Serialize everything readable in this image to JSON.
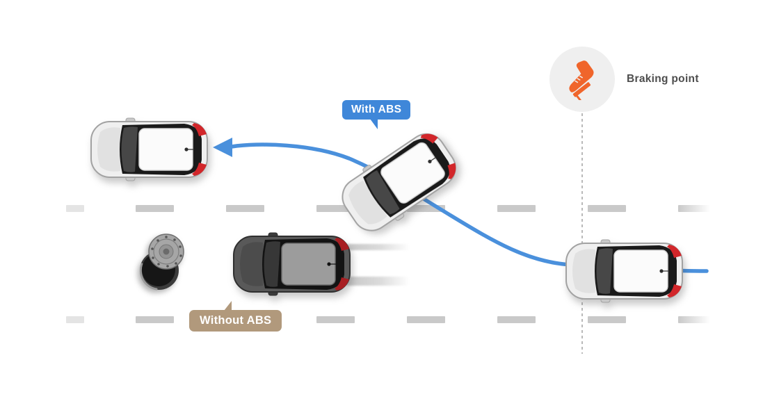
{
  "labels": {
    "with_abs": "With ABS",
    "without_abs": "Without ABS",
    "braking_point": "Braking point"
  },
  "colors": {
    "abs_blue": "#3f87d9",
    "path_blue": "#4a90dc",
    "without_abs_tan": "#b1997c",
    "brake_orange": "#f0652b",
    "lane_dash_gray": "#c9c9c9",
    "braking_circle_bg": "#efefef",
    "label_text": "#4d4d4d"
  },
  "icons": {
    "brake_pedal": "brake-pedal-icon",
    "trajectory_arrow": "arrow-left-icon"
  },
  "scene": {
    "cars": [
      "car-with-abs-avoided",
      "car-with-abs-steering",
      "car-without-abs-skidding",
      "car-at-braking-point"
    ],
    "obstacle": "barrel-obstacle"
  }
}
